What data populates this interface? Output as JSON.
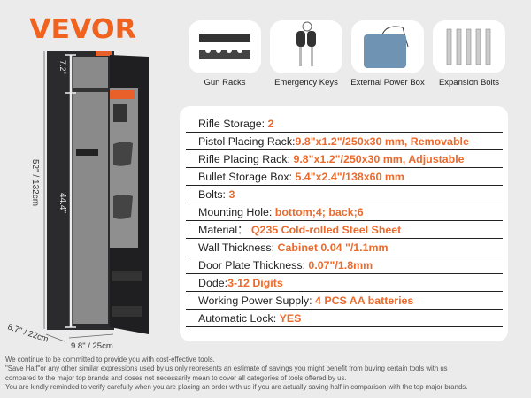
{
  "brand": {
    "logo": "VEVOR",
    "color": "#f0621e"
  },
  "dimensions": {
    "height": "52\" / 132cm",
    "top_section": "7.2\"",
    "main_section": "44.4\"",
    "depth": "8.7\" / 22cm",
    "width": "9.8\" / 25cm"
  },
  "accessories": [
    {
      "label": "Gun Racks",
      "icon": "gun-rack-icon"
    },
    {
      "label": "Emergency Keys",
      "icon": "keys-icon"
    },
    {
      "label": "External Power Box",
      "icon": "power-box-icon"
    },
    {
      "label": "Expansion Bolts",
      "icon": "bolts-icon"
    }
  ],
  "specs": [
    {
      "label": "Rifle Storage: ",
      "value": "2"
    },
    {
      "label": "Pistol Placing Rack:",
      "value": "9.8\"x1.2\"/250x30 mm, Removable"
    },
    {
      "label": "Rifle Placing Rack: ",
      "value": "9.8\"x1.2\"/250x30 mm, Adjustable"
    },
    {
      "label": "Bullet Storage Box: ",
      "value": "5.4\"x2.4\"/138x60 mm"
    },
    {
      "label": "Bolts: ",
      "value": "3"
    },
    {
      "label": "Mounting Hole: ",
      "value": "bottom;4; back;6"
    },
    {
      "label": "Material：",
      "value": " Q235 Cold-rolled Steel Sheet"
    },
    {
      "label": "Wall Thickness: ",
      "value": "Cabinet 0.04 \"/1.1mm"
    },
    {
      "label": "Door Plate Thickness: ",
      "value": "0.07\"/1.8mm"
    },
    {
      "label": "Dode:",
      "value": "3-12 Digits"
    },
    {
      "label": "Working Power Supply: ",
      "value": "4 PCS AA batteries"
    },
    {
      "label": "Automatic Lock: ",
      "value": "YES"
    }
  ],
  "footer": [
    "We continue to be committed to provide you with cost-effective tools.",
    "\"Save Half\"or any other similar expressions used by us only represents an estimate of savings you might benefit from buying certain tools with us",
    "compared to the major top brands and doses not necessarily mean to cover all categories of tools offered by us.",
    "You are kindly reminded to verify carefully when you are placing an order with us if you are actually saving half in comparison with the top major brands."
  ]
}
